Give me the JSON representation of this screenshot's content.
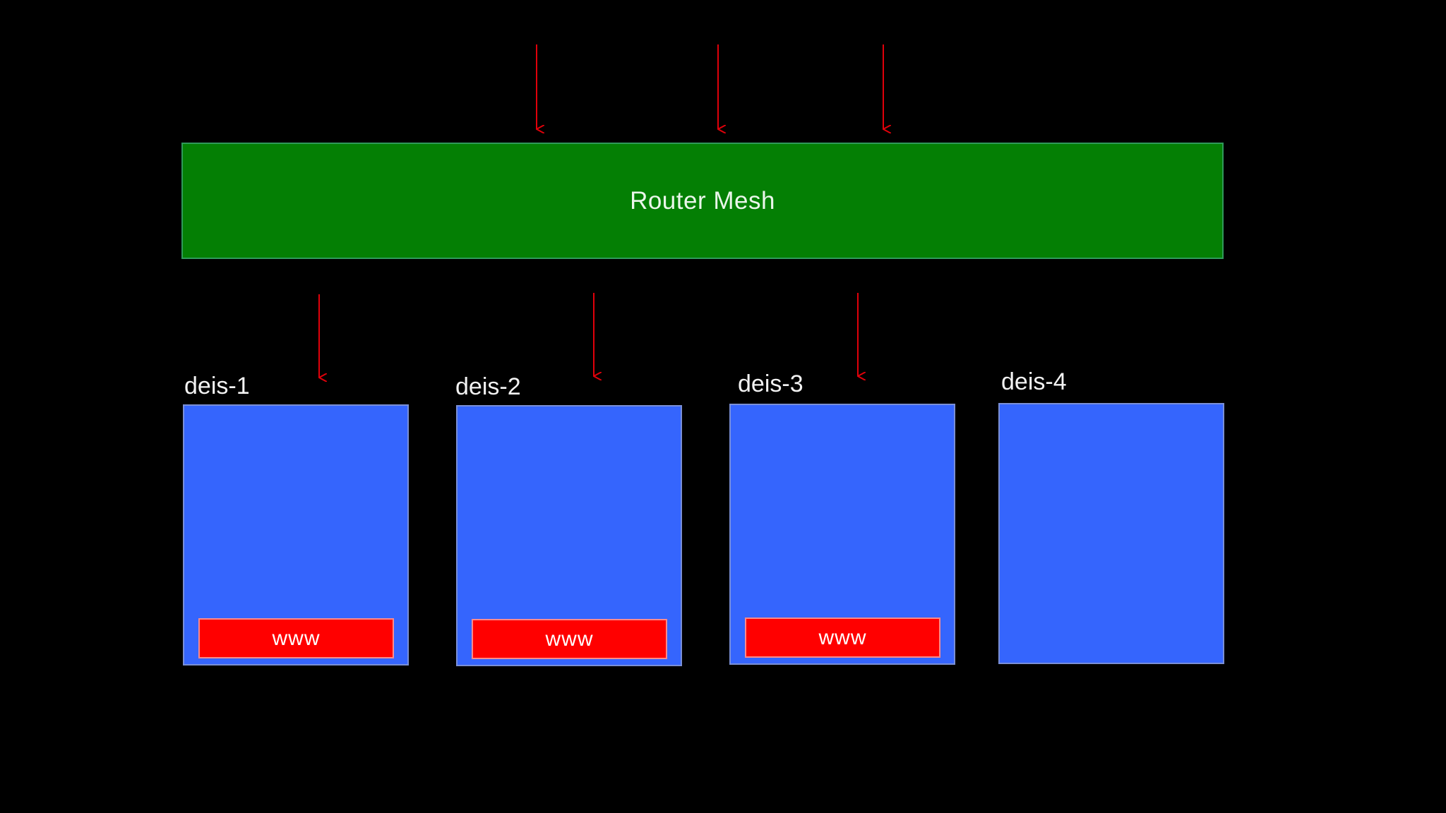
{
  "router": {
    "label": "Router Mesh"
  },
  "nodes": [
    {
      "label": "deis-1",
      "app": "www"
    },
    {
      "label": "deis-2",
      "app": "www"
    },
    {
      "label": "deis-3",
      "app": "www"
    },
    {
      "label": "deis-4",
      "app": null
    }
  ],
  "colors": {
    "background": "#000000",
    "router": "#047f04",
    "node": "#3565fd",
    "app": "#ff0000",
    "arrow": "#e0000a"
  }
}
